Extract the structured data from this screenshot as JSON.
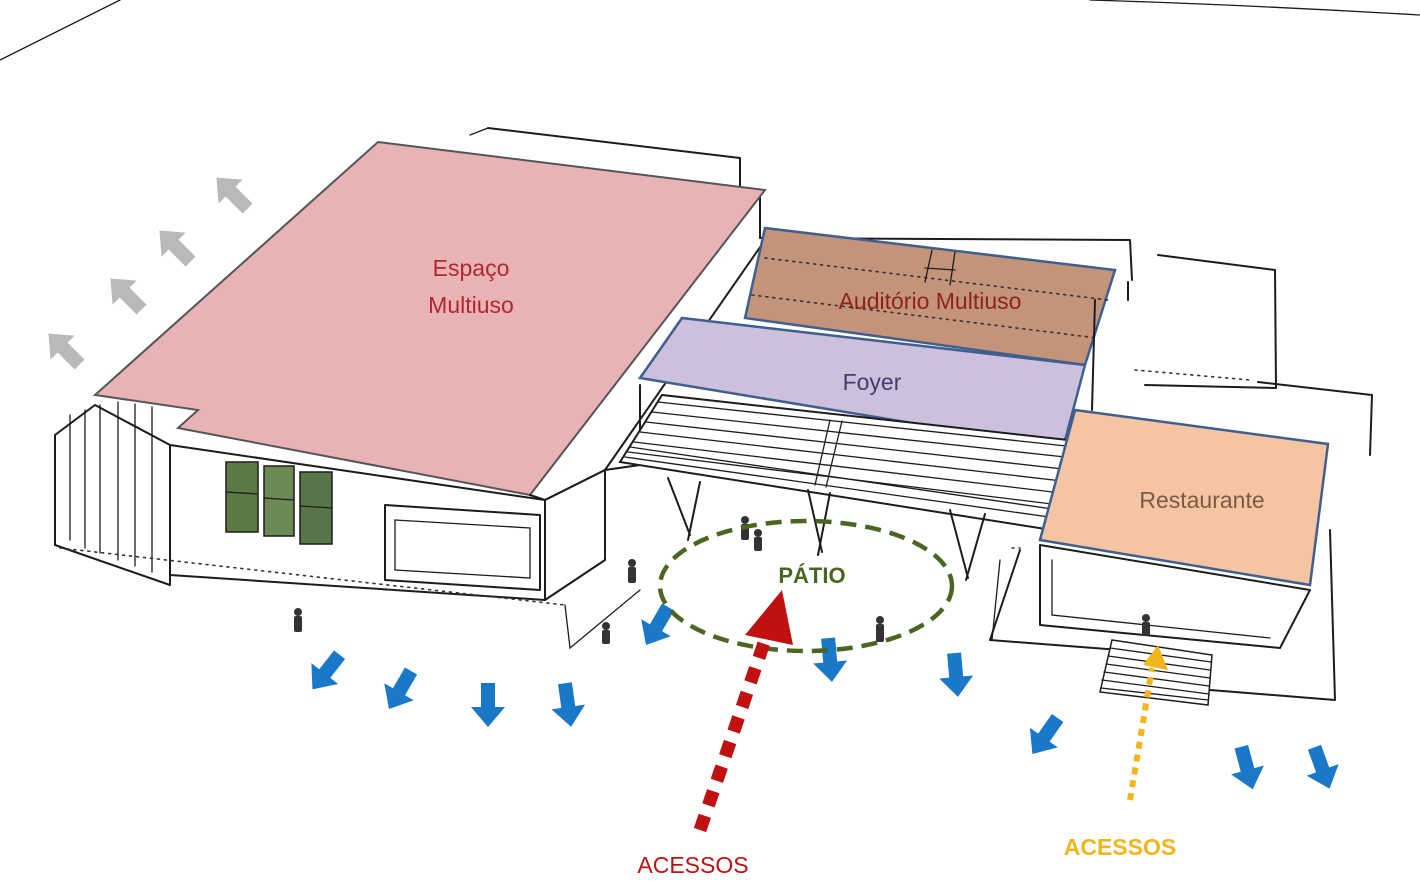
{
  "zones": {
    "espaco_multiuso": {
      "line1": "Espaço",
      "line2": "Multiuso",
      "fill": "#e8b3b5",
      "text_color": "#b22630"
    },
    "auditorio": {
      "label": "Auditório Multiuso",
      "fill": "#c39479",
      "text_color": "#8e2418"
    },
    "foyer": {
      "label": "Foyer",
      "fill": "#ccc0dc",
      "text_color": "#4b3a6c"
    },
    "restaurante": {
      "label": "Restaurante",
      "fill": "#f5c5a3",
      "text_color": "#7a5a46"
    }
  },
  "patio": {
    "label": "PÁTIO",
    "color": "#4a6622"
  },
  "access_main": {
    "label": "ACESSOS",
    "color": "#c01010"
  },
  "access_secondary": {
    "label": "ACESSOS",
    "color": "#f2b51b"
  },
  "flow_arrows": {
    "exit_color": "#1a78c8",
    "wind_color": "#b9b9b9",
    "exit_icon": "down-arrow-icon",
    "wind_icon": "up-left-arrow-icon"
  }
}
